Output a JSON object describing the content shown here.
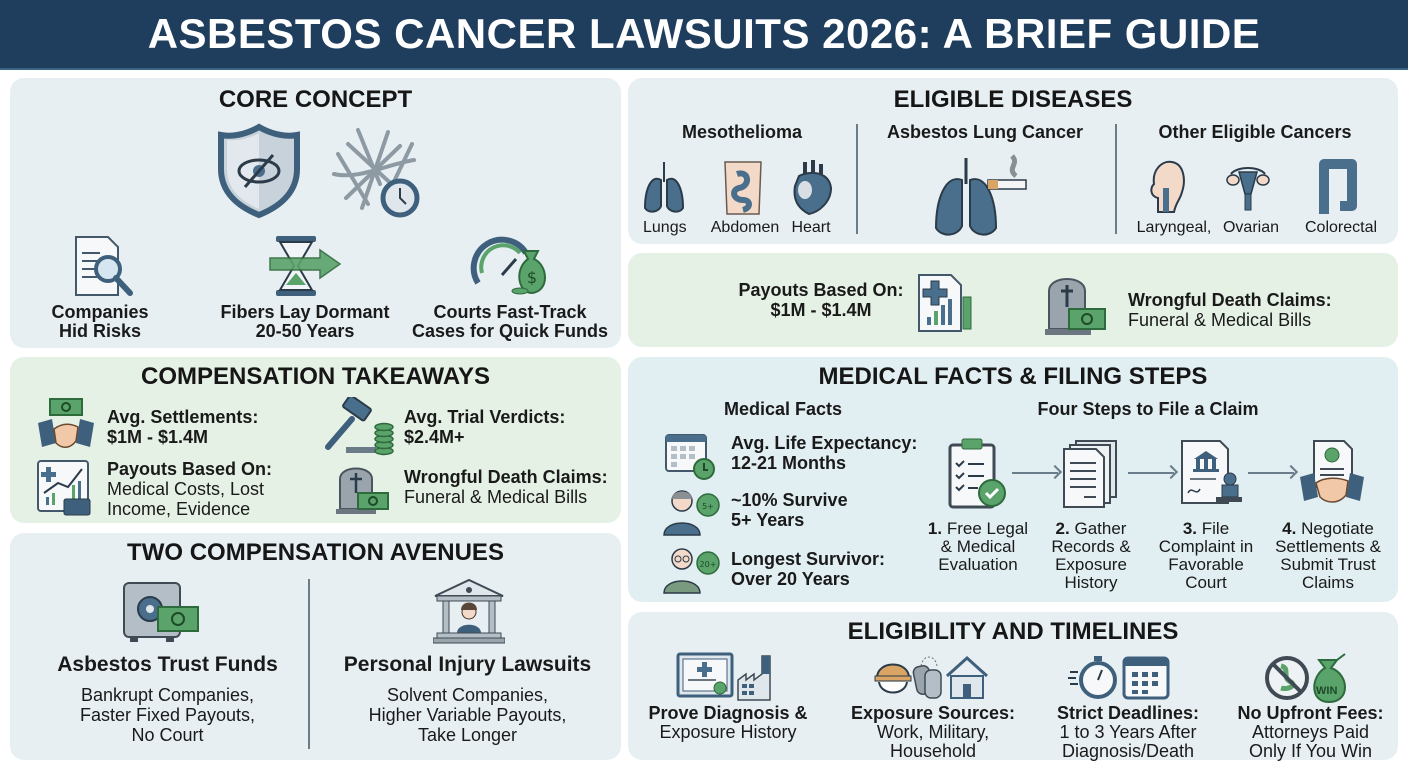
{
  "header": {
    "title": "ASBESTOS CANCER LAWSUITS 2026: A BRIEF GUIDE"
  },
  "colors": {
    "header_bg": "#1f3d5c",
    "panel_blue": "#e7eff3",
    "panel_green": "#e6f1e6",
    "icon_blue": "#4a6f8c",
    "icon_green": "#5aa36a"
  },
  "core_concept": {
    "title": "CORE CONCEPT",
    "top_icons": [
      "shield-eye-slash-icon",
      "asbestos-fibers-clock-icon"
    ],
    "items": [
      {
        "icon": "document-magnifier-icon",
        "line1": "Companies",
        "line2": "Hid Risks"
      },
      {
        "icon": "hourglass-arrow-icon",
        "line1": "Fibers Lay Dormant",
        "line2": "20-50 Years"
      },
      {
        "icon": "speedometer-money-bag-icon",
        "line1": "Courts Fast-Track",
        "line2": "Cases for Quick Funds"
      }
    ]
  },
  "eligible_diseases": {
    "title": "ELIGIBLE DISEASES",
    "groups": [
      {
        "name": "Mesothelioma",
        "labels": [
          "Lungs",
          "Abdomen",
          "Heart"
        ]
      },
      {
        "name": "Asbestos Lung Cancer",
        "labels": []
      },
      {
        "name": "Other Eligible Cancers",
        "labels": [
          "Laryngeal,",
          "Ovarian",
          "Colorectal"
        ]
      }
    ]
  },
  "payout_banner": {
    "left_title": "Payouts Based On:",
    "left_value": "$1M - $1.4M",
    "right_title": "Wrongful Death Claims:",
    "right_value": "Funeral & Medical Bills"
  },
  "compensation_takeaways": {
    "title": "COMPENSATION TAKEAWAYS",
    "items": [
      {
        "icon": "handshake-money-icon",
        "title": "Avg. Settlements:",
        "value": "$1M - $1.4M"
      },
      {
        "icon": "gavel-coins-icon",
        "title": "Avg. Trial Verdicts:",
        "value": "$2.4M+"
      },
      {
        "icon": "chart-briefcase-icon",
        "title": "Payouts Based On:",
        "value_line1": "Medical Costs, Lost",
        "value_line2": "Income, Evidence"
      },
      {
        "icon": "tombstone-money-icon",
        "title": "Wrongful Death Claims:",
        "value": "Funeral & Medical Bills"
      }
    ]
  },
  "two_avenues": {
    "title": "TWO COMPENSATION AVENUES",
    "left": {
      "heading": "Asbestos Trust Funds",
      "lines": [
        "Bankrupt Companies,",
        "Faster Fixed Payouts,",
        "No Court"
      ]
    },
    "right": {
      "heading": "Personal Injury Lawsuits",
      "lines": [
        "Solvent Companies,",
        "Higher Variable Payouts,",
        "Take Longer"
      ]
    }
  },
  "medical_filing": {
    "title": "MEDICAL FACTS & FILING STEPS",
    "facts_title": "Medical Facts",
    "facts": [
      {
        "icon": "calendar-clock-icon",
        "line1": "Avg. Life Expectancy:",
        "line2": "12-21 Months"
      },
      {
        "icon": "person-5yrs-badge-icon",
        "line1": "~10% Survive",
        "line2": "5+ Years"
      },
      {
        "icon": "elder-20yrs-badge-icon",
        "line1": "Longest Survivor:",
        "line2": "Over 20 Years"
      }
    ],
    "steps_title": "Four Steps to File a Claim",
    "steps": [
      {
        "num": "1.",
        "lines": [
          "Free Legal",
          "& Medical",
          "Evaluation"
        ]
      },
      {
        "num": "2.",
        "lines": [
          "Gather",
          "Records &",
          "Exposure",
          "History"
        ]
      },
      {
        "num": "3.",
        "lines": [
          "File",
          "Complaint in",
          "Favorable",
          "Court"
        ]
      },
      {
        "num": "4.",
        "lines": [
          "Negotiate",
          "Settlements &",
          "Submit Trust",
          "Claims"
        ]
      }
    ]
  },
  "eligibility_timelines": {
    "title": "ELIGIBILITY AND TIMELINES",
    "items": [
      {
        "title": "Prove Diagnosis &",
        "lines": [
          "Exposure History"
        ]
      },
      {
        "title": "Exposure Sources:",
        "lines": [
          "Work, Military,",
          "Household"
        ]
      },
      {
        "title": "Strict Deadlines:",
        "lines": [
          "1 to 3 Years After",
          "Diagnosis/Death"
        ]
      },
      {
        "title": "No Upfront Fees:",
        "lines": [
          "Attorneys Paid",
          "Only If You Win"
        ]
      }
    ],
    "win_badge": "WIN"
  }
}
